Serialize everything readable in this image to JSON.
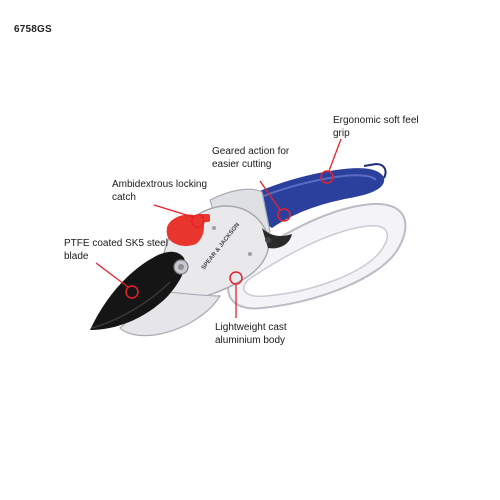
{
  "product_code": "6758GS",
  "brand_mark": "SPEAR & JACKSON",
  "callouts": [
    {
      "id": "grip",
      "lines": [
        "Ergonomic soft feel",
        "grip"
      ]
    },
    {
      "id": "geared",
      "lines": [
        "Geared action for",
        "easier cutting"
      ]
    },
    {
      "id": "catch",
      "lines": [
        "Ambidextrous locking",
        "catch"
      ]
    },
    {
      "id": "blade",
      "lines": [
        "PTFE coated SK5 steel",
        "blade"
      ]
    },
    {
      "id": "body",
      "lines": [
        "Lightweight cast",
        "aluminium body"
      ]
    }
  ],
  "colors": {
    "callout": "#e8202a",
    "grip_blue": "#2b3f9c",
    "catch_red": "#e8362f",
    "blade_black": "#151515",
    "body_silver": "#e9e9ec"
  }
}
